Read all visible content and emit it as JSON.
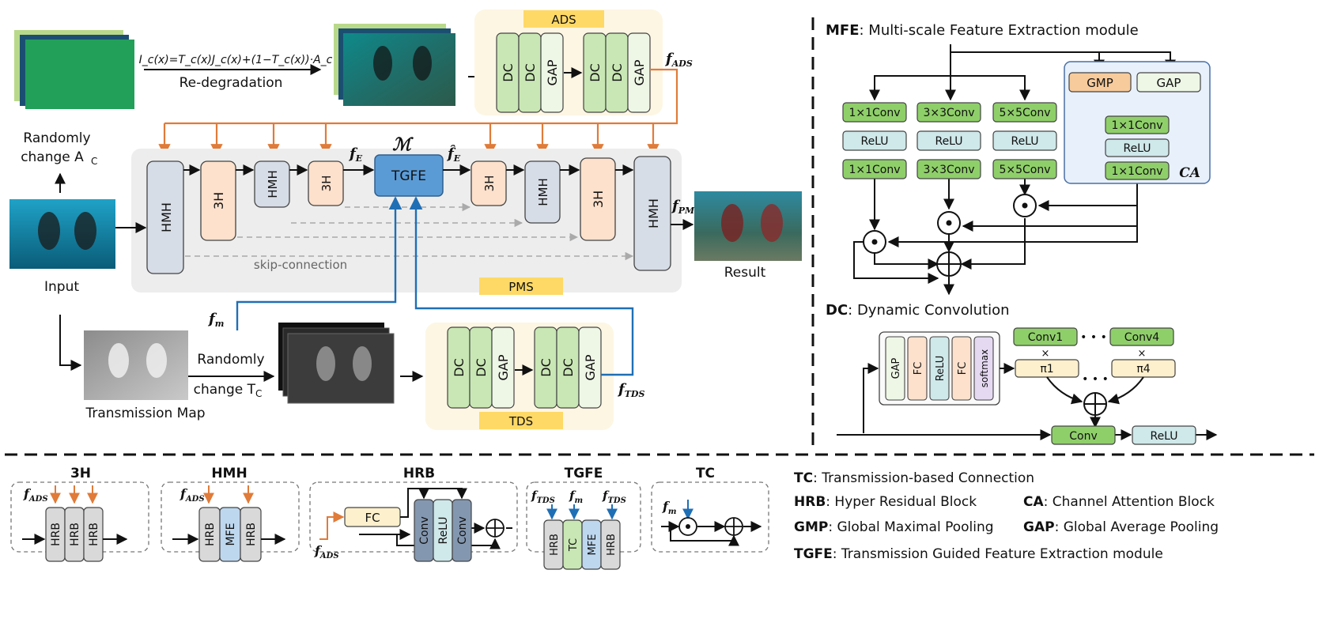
{
  "colors": {
    "green": "#c9e7b4",
    "green_dark": "#8fcf6a",
    "slate": "#d7dde7",
    "peach": "#fde1cc",
    "blue_tgfe": "#5b9bd5",
    "teal": "#cfe8ea",
    "orange": "#e07b39",
    "blue_line": "#1f6fb5",
    "gold": "#ffd966",
    "gray_panel": "#ededed",
    "cream_panel": "#fdf6e3",
    "mfe_blue": "#bdd7ee",
    "violet": "#e5d9f2",
    "gmp": "#f8cb9c"
  },
  "top": {
    "formula": "I_c(x)=T_c(x)J_c(x)+(1−T_c(x))·A_c",
    "redegradation": "Re-degradation",
    "randomly_change_ac_1": "Randomly",
    "randomly_change_ac_2": "change A",
    "ac_sub": "C",
    "input": "Input",
    "result": "Result",
    "transmission_map": "Transmission Map",
    "randomly_change_tc_1": "Randomly",
    "randomly_change_tc_2": "change T",
    "tc_sub": "C",
    "fm": "f",
    "fm_sub": "m",
    "f_ads": "f",
    "f_ads_sub": "ADS",
    "f_tds": "f",
    "f_tds_sub": "TDS",
    "f_pms": "f",
    "f_pms_sub": "PMS",
    "f_e": "f",
    "f_e_sub": "E",
    "f_e_hat": "f̂",
    "f_e_hat_sub": "E",
    "m_script": "ℳ",
    "skip": "skip-connection"
  },
  "ads": {
    "label": "ADS",
    "dc": "DC",
    "gap": "GAP"
  },
  "tds": {
    "label": "TDS",
    "dc": "DC",
    "gap": "GAP"
  },
  "pms": {
    "label": "PMS",
    "hmh": "HMH",
    "h3": "3H",
    "tgfe": "TGFE"
  },
  "mfe": {
    "title_bold": "MFE",
    "title_rest": ": Multi-scale Feature Extraction module",
    "conv1": "1×1Conv",
    "conv3": "3×3Conv",
    "conv5": "5×5Conv",
    "relu": "ReLU",
    "gmp": "GMP",
    "gap": "GAP",
    "ca": "CA"
  },
  "dc": {
    "title_bold": "DC",
    "title_rest": ": Dynamic Convolution",
    "gap": "GAP",
    "fc": "FC",
    "relu": "ReLU",
    "softmax": "softmax",
    "conv1": "Conv1",
    "conv4": "Conv4",
    "pi1": "π1",
    "pi4": "π4",
    "times": "×",
    "dots": "• • •",
    "conv": "Conv"
  },
  "bottom": {
    "h3_title": "3H",
    "hmh_title": "HMH",
    "hrb_title": "HRB",
    "tgfe_title": "TGFE",
    "tc_title": "TC",
    "hrb": "HRB",
    "mfe": "MFE",
    "tc": "TC",
    "fc": "FC",
    "conv": "Conv",
    "relu": "ReLU"
  },
  "legend": [
    {
      "key": "TC",
      "text": ": Transmission-based Connection"
    },
    {
      "key": "HRB",
      "text": ": Hyper Residual Block"
    },
    {
      "key": "CA",
      "text": ": Channel Attention Block"
    },
    {
      "key": "GMP",
      "text": ": Global Maximal Pooling"
    },
    {
      "key": "GAP",
      "text": ": Global Average Pooling"
    },
    {
      "key": "TGFE",
      "text": ": Transmission Guided Feature Extraction module"
    }
  ]
}
